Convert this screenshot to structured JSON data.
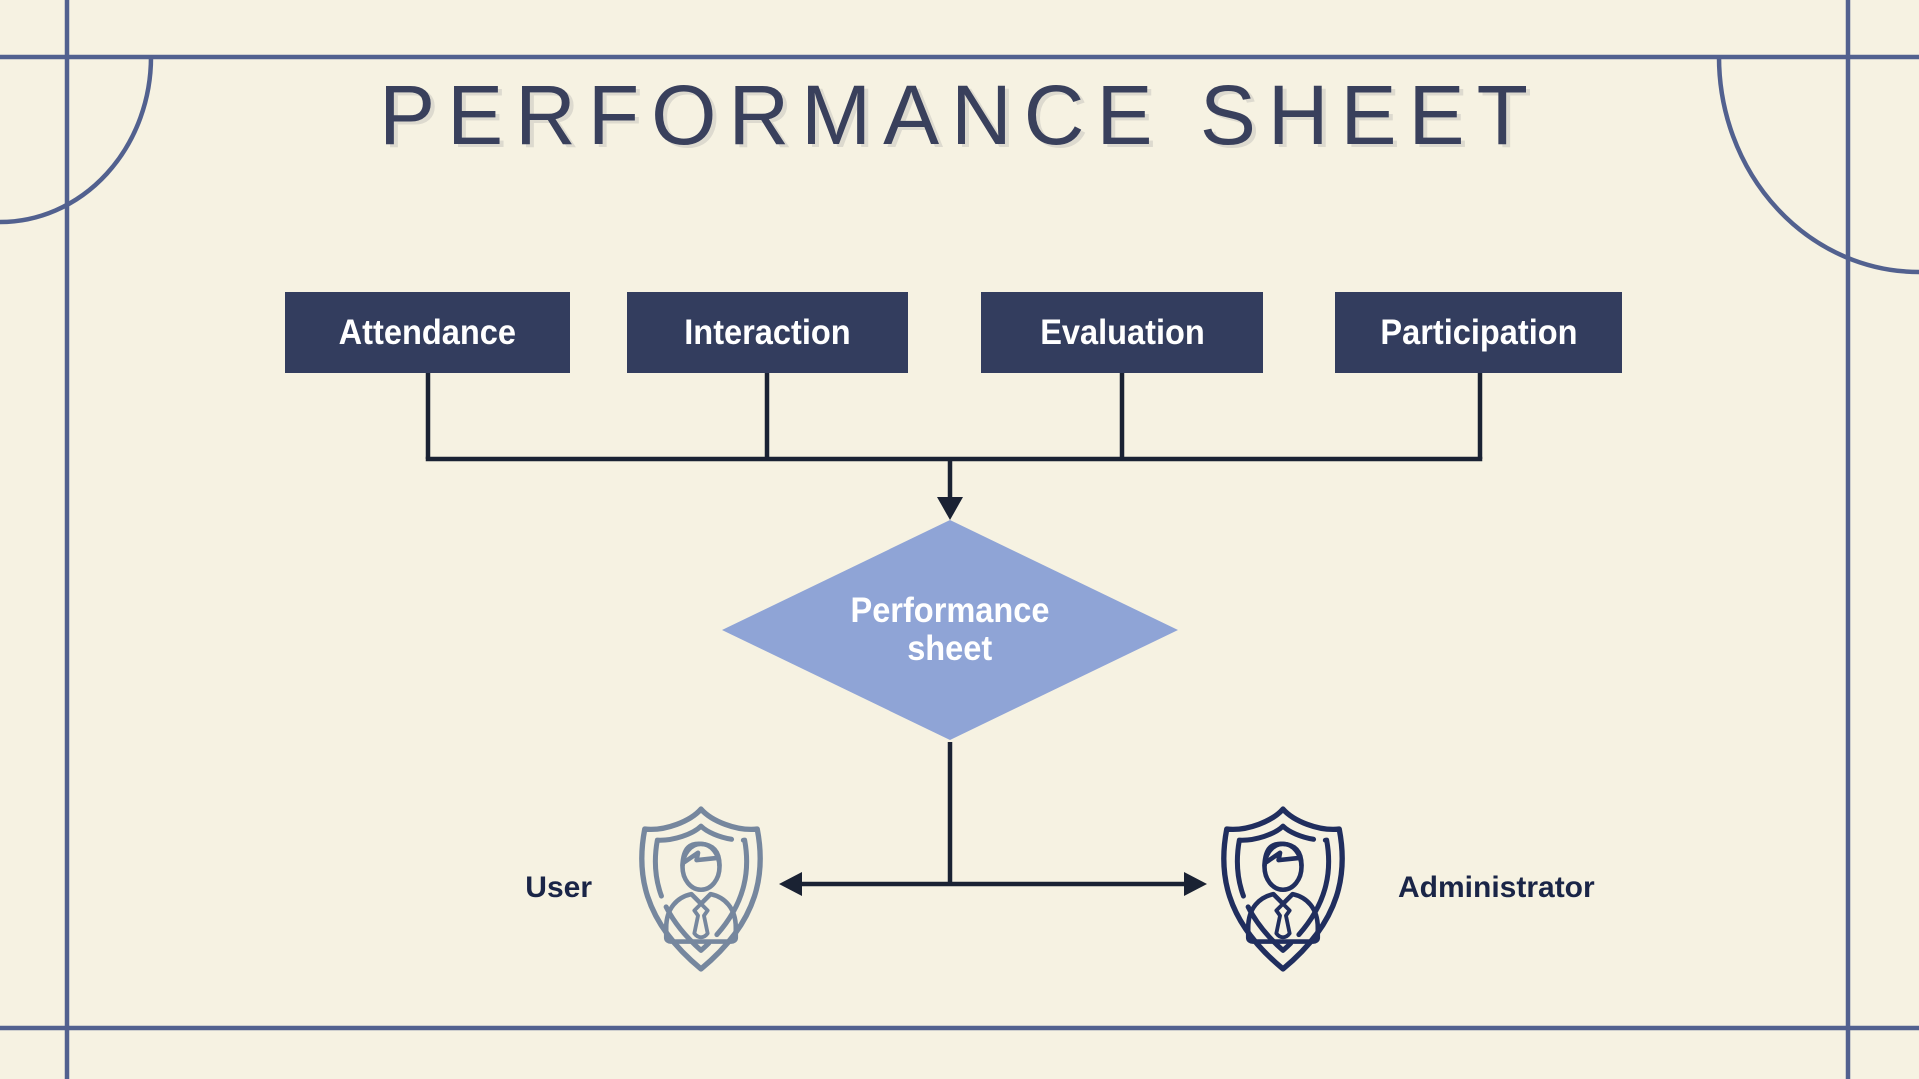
{
  "title": "PERFORMANCE SHEET",
  "category_boxes": [
    {
      "label": "Attendance"
    },
    {
      "label": "Interaction"
    },
    {
      "label": "Evaluation"
    },
    {
      "label": "Participation"
    }
  ],
  "decision_diamond": {
    "label_line1": "Performance",
    "label_line2": "sheet"
  },
  "outputs": {
    "user": {
      "label": "User",
      "icon": "shield-person-icon"
    },
    "administrator": {
      "label": "Administrator",
      "icon": "shield-person-icon"
    }
  },
  "colors": {
    "background": "#f6f2e2",
    "frame-line": "#52618f",
    "node-fill": "#333d5e",
    "node-text": "#ffffff",
    "diamond-fill": "#8fa4d6",
    "diamond-text": "#ffffff",
    "connector": "#1a2233",
    "title-text": "#39405c",
    "label-text": "#1a2547",
    "shield-user": "#76879e",
    "shield-admin": "#202e5e"
  }
}
